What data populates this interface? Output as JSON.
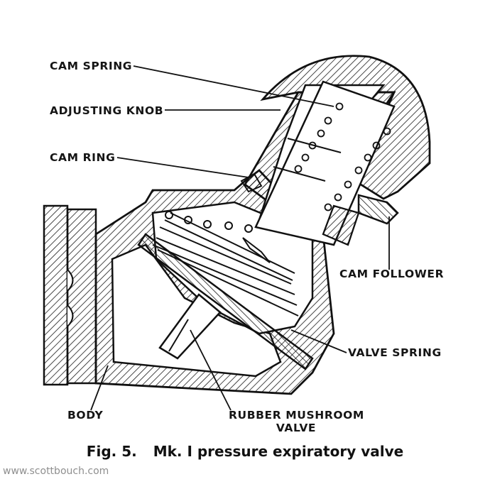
{
  "labels": {
    "cam_spring": "CAM SPRING",
    "adjusting_knob": "ADJUSTING KNOB",
    "cam_ring": "CAM RING",
    "cam_follower": "CAM FOLLOWER",
    "valve_spring": "VALVE SPRING",
    "body": "BODY",
    "rubber_mushroom_line1": "RUBBER MUSHROOM",
    "rubber_mushroom_line2": "VALVE"
  },
  "caption": {
    "figure": "Fig. 5.",
    "title": "Mk. I pressure expiratory valve"
  },
  "watermark": "www.scottbouch.com"
}
